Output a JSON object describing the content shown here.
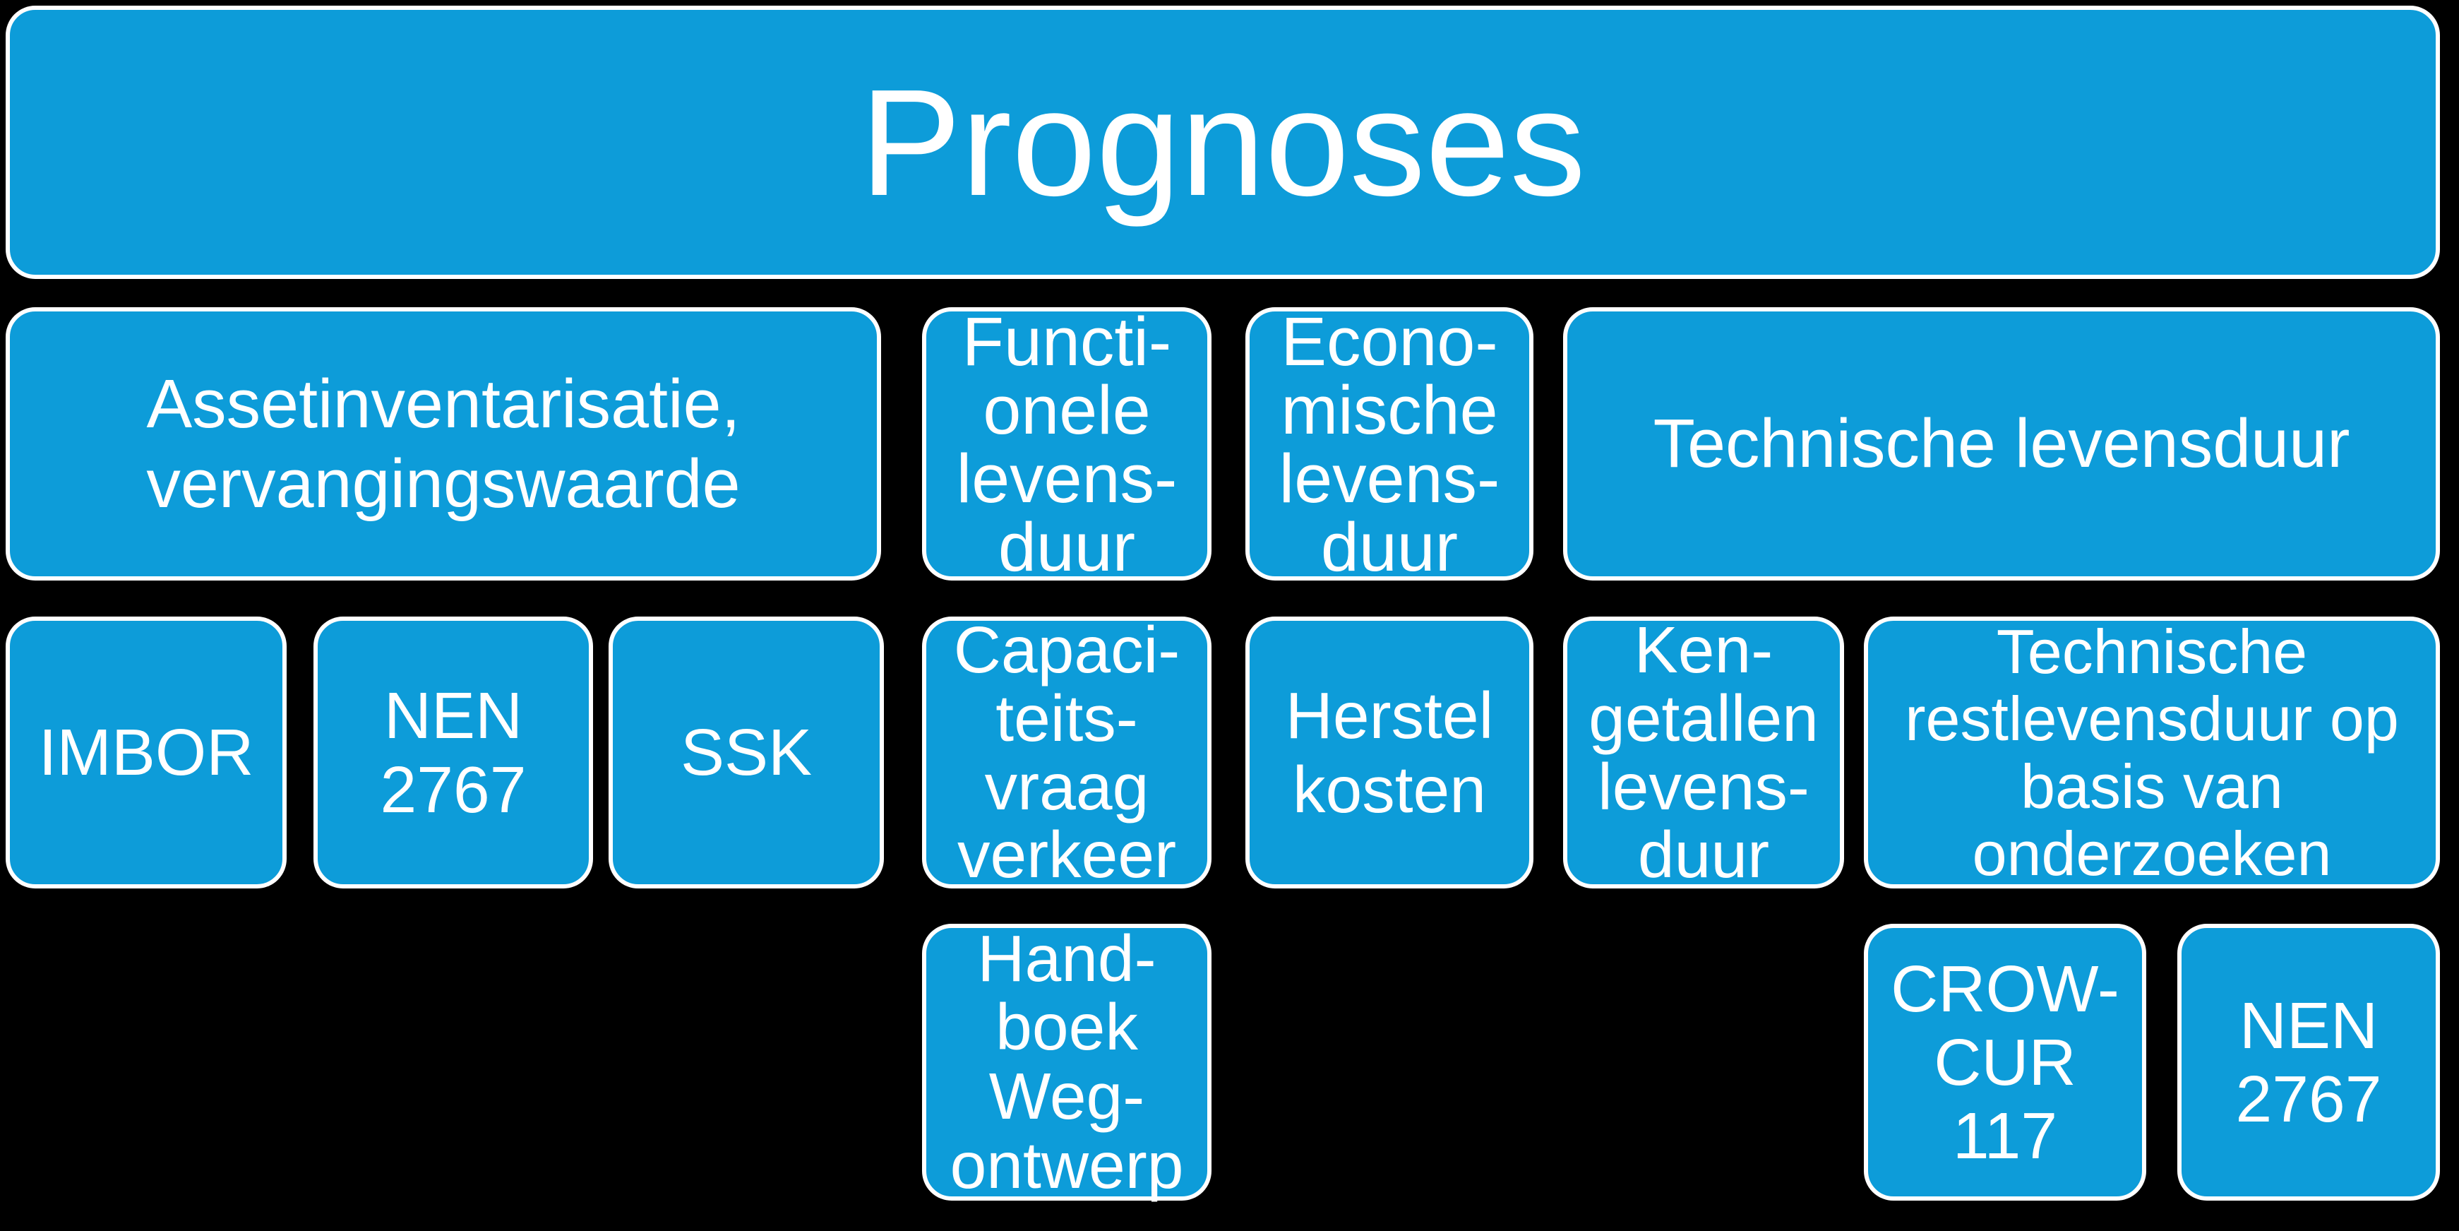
{
  "theme": {
    "background": "#000000",
    "box_fill": "#0D9CD9",
    "box_border": "#FFFFFF",
    "text_color": "#FFFFFF"
  },
  "title": {
    "label": "Prognoses"
  },
  "boxes": [
    {
      "id": "assetinventarisatie-vervangingswaarde",
      "label": "Assetinventarisatie,\nvervangingswaarde"
    },
    {
      "id": "functionele-levensduur",
      "label": "Functi-\nonele\nlevens-\nduur"
    },
    {
      "id": "economische-levensduur",
      "label": "Econo-\nmische\nlevens-\nduur"
    },
    {
      "id": "technische-levensduur",
      "label": "Technische levensduur"
    },
    {
      "id": "imbor",
      "label": "IMBOR"
    },
    {
      "id": "nen-2767",
      "label": "NEN\n2767"
    },
    {
      "id": "ssk",
      "label": "SSK"
    },
    {
      "id": "capaciteitsvraag-verkeer",
      "label": "Capaci-\nteits-\nvraag\nverkeer"
    },
    {
      "id": "herstelkosten",
      "label": "Herstel\nkosten"
    },
    {
      "id": "kengetallen-levensduur",
      "label": "Ken-\ngetallen\nlevens-\nduur"
    },
    {
      "id": "technische-restlevensduur",
      "label": "Technische\nrestlevensduur op\nbasis van\nonderzoeken"
    },
    {
      "id": "handboek-wegontwerp",
      "label": "Hand-\nboek\nWeg-\nontwerp"
    },
    {
      "id": "crow-cur-117",
      "label": "CROW-\nCUR\n117"
    },
    {
      "id": "nen-2767-bottom",
      "label": "NEN\n2767"
    }
  ]
}
